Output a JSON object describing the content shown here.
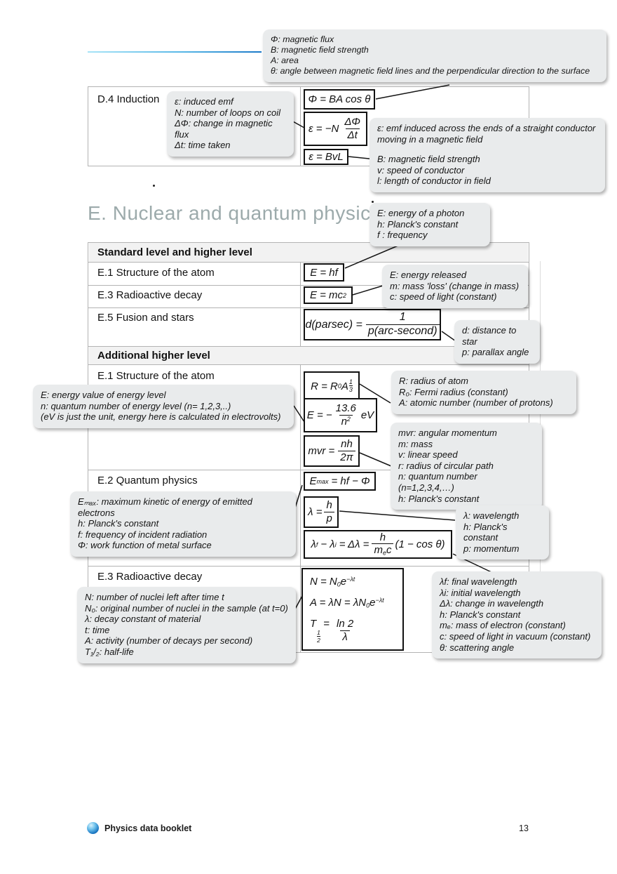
{
  "heading": {
    "title": "E. Nuclear and quantum physics"
  },
  "induction": {
    "label": "D.4 Induction"
  },
  "table": {
    "sl_header": "Standard level and higher level",
    "rows": {
      "e1": "E.1 Structure of the atom",
      "e3": "E.3 Radioactive decay",
      "e5": "E.5 Fusion and stars"
    },
    "ahl_header": "Additional higher level",
    "rows2": {
      "e1": "E.1 Structure of the atom",
      "e2": "E.2 Quantum physics",
      "e3": "E.3 Radioactive decay"
    }
  },
  "formulas": {
    "flux": "Φ = BA cos θ",
    "emf": {
      "pre": "ε = −N",
      "num": "ΔΦ",
      "den": "Δt"
    },
    "bvl": "ε = BvL",
    "photon": "E = hf",
    "mc2": {
      "base": "E = mc",
      "sup": "2"
    },
    "parsec": {
      "lhs": "d(parsec) =",
      "num": "1",
      "den": "p(arc-second)"
    },
    "fermi": {
      "base": "R = R",
      "sub": "0",
      "var": "A",
      "exp_num": "1",
      "exp_den": "3"
    },
    "level": {
      "pre": "E = −",
      "num": "13.6",
      "den": "n",
      "den_sup": "2",
      "post": "eV"
    },
    "bohr": {
      "pre": "mvr =",
      "num": "nh",
      "den": "2π"
    },
    "photoelectric": {
      "base": "E",
      "sub": "max",
      "rest": "= hf − Φ"
    },
    "debroglie": {
      "pre": "λ =",
      "num": "h",
      "den": "p"
    },
    "compton": {
      "p1": "λ",
      "s1": "f",
      "p2": "− λ",
      "s2": "i",
      "p3": "= Δλ =",
      "num": "h",
      "d1": "m",
      "ds": "e",
      "d2": "c",
      "post": "(1 − cos θ)"
    },
    "decay_n": {
      "base": "N = N",
      "sub": "0",
      "e": "e",
      "sup": "−λt"
    },
    "decay_a": {
      "base": "A = λN = λN",
      "sub": "0",
      "e": "e",
      "sup": "−λt"
    },
    "half_life": {
      "base": "T",
      "sub_num": "1",
      "sub_den": "2",
      "eq": "=",
      "num": "ln 2",
      "den": "λ"
    }
  },
  "annotations": {
    "flux": [
      "Φ: magnetic flux",
      "B: magnetic field strength",
      "A: area",
      "θ: angle between magnetic field lines and the perpendicular direction to the surface"
    ],
    "induced_emf": [
      "ε: induced emf",
      "N: number of loops on coil",
      "ΔΦ: change in magnetic flux",
      "Δt: time taken"
    ],
    "conductor": [
      "ε: emf induced across the ends of a straight conductor moving in a magnetic field",
      "B: magnetic field strength",
      "v: speed of conductor",
      "l: length of conductor in field"
    ],
    "photon": [
      "E: energy of a photon",
      "h: Planck's constant",
      "f : frequency"
    ],
    "mass_energy": [
      "E: energy released",
      "m: mass 'loss' (change in mass)",
      "c: speed of light (constant)"
    ],
    "parallax": [
      "d: distance to star",
      "p: parallax angle"
    ],
    "fermi": [
      "R: radius of atom",
      "R₀: Fermi radius (constant)",
      "A: atomic number (number of protons)"
    ],
    "energy_level": [
      "E: energy value of energy level",
      "n: quantum number of energy level (n= 1,2,3,..)",
      "(eV is just the unit, energy here is calculated in electrovolts)"
    ],
    "momentum": [
      "mvr: angular momentum",
      "m: mass",
      "v: linear speed",
      "r: radius of circular path",
      "n: quantum number (n=1,2,3,4,…)",
      "h: Planck's constant"
    ],
    "photoelectric": [
      "Eₘₐₓ: maximum kinetic of energy of emitted electrons",
      "h: Planck's constant",
      "f: frequency of incident radiation",
      "Φ: work function of metal surface"
    ],
    "debroglie": [
      "λ: wavelength",
      "h: Planck's constant",
      "p: momentum"
    ],
    "decay": [
      "N: number of nuclei left after time t",
      "N₀: original number of nuclei in the sample (at t=0)",
      "λ: decay constant of material",
      "t: time",
      "A: activity (number of decays per second)",
      "T₁/₂: half-life"
    ],
    "compton": [
      "λf: final wavelength",
      "λi: initial wavelength",
      "Δλ: change in wavelength",
      "h: Planck's constant",
      "mₑ: mass of electron (constant)",
      "c: speed of light in vacuum (constant)",
      "θ: scattering angle"
    ]
  },
  "footer": {
    "brand": "Physics data booklet",
    "page_number": "13"
  }
}
